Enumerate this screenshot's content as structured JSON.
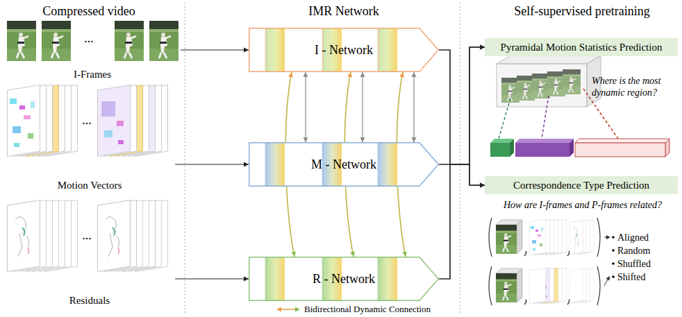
{
  "diagram": {
    "nodes": [
      {
        "text": [
          "I-Frames"
        ]
      },
      {
        "text": [
          "Motion Vectors"
        ]
      },
      {
        "text": [
          "Residuals"
        ]
      },
      {
        "text": [
          "I - Network"
        ]
      },
      {
        "text": [
          "M - Network"
        ]
      },
      {
        "text": [
          "R - Network"
        ]
      },
      {
        "text": [
          "Pyramidal Motion Statistics Prediction"
        ]
      },
      {
        "text": [
          "Correspondence Type Prediction"
        ]
      }
    ],
    "edges": [
      {
        "from": 0,
        "to": 3,
        "arrow": "to"
      },
      {
        "from": 1,
        "to": 4,
        "arrow": "to"
      },
      {
        "from": 2,
        "to": 5,
        "arrow": "to"
      },
      {
        "from": 3,
        "to": 4,
        "arrow": "both"
      },
      {
        "from": 3,
        "to": 4,
        "arrow": "both"
      },
      {
        "from": 3,
        "to": 4,
        "arrow": "both"
      },
      {
        "from": 3,
        "to": 5,
        "arrow": "both"
      },
      {
        "from": 3,
        "to": 5,
        "arrow": "both"
      },
      {
        "from": 3,
        "to": 5,
        "arrow": "both"
      },
      {
        "from": 3,
        "to": 6,
        "arrow": "to"
      },
      {
        "from": 3,
        "to": 7,
        "arrow": "to"
      },
      {
        "from": 4,
        "to": 6,
        "arrow": "to"
      },
      {
        "from": 4,
        "to": 7,
        "arrow": "to"
      },
      {
        "from": 5,
        "to": 6,
        "arrow": "to"
      },
      {
        "from": 5,
        "to": 7,
        "arrow": "to"
      }
    ],
    "labels": [
      "Compressed video",
      "IMR Network",
      "Self-supervised pretraining",
      "...",
      "...",
      "...",
      "Where is the most dynamic region?",
      "How are I-frames and P-frames related?",
      "Aligned",
      "Random",
      "Shuffled",
      "Shifted"
    ],
    "legend": [
      {
        "text": "Bidirectional Dynamic Connection"
      }
    ]
  }
}
